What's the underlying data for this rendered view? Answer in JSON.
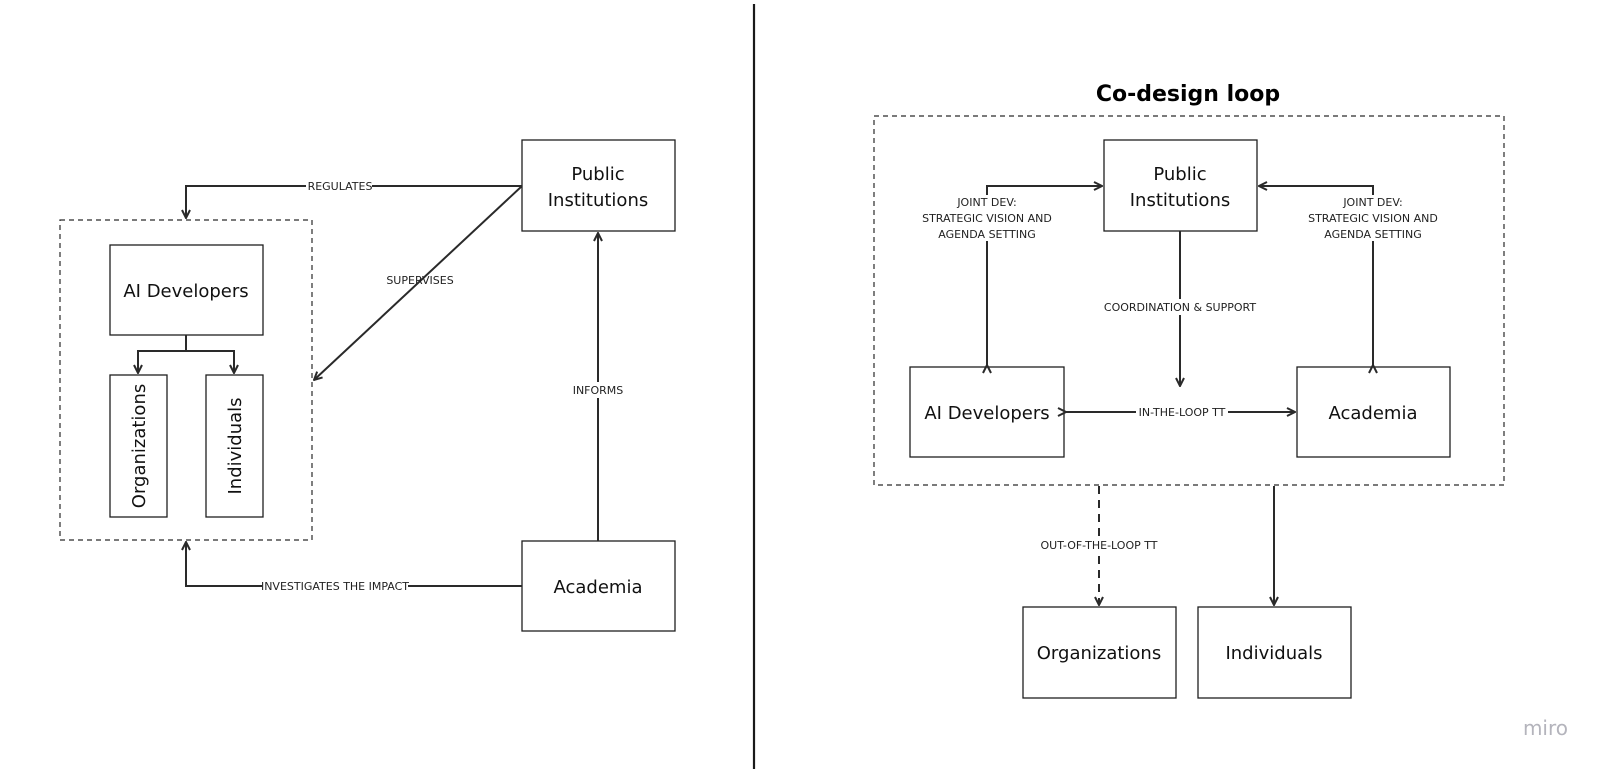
{
  "brand": {
    "logo_text": "miro"
  },
  "left": {
    "nodes": {
      "public_institutions": [
        "Public",
        "Institutions"
      ],
      "ai_developers": "AI Developers",
      "organizations": "Organizations",
      "individuals": "Individuals",
      "academia": "Academia"
    },
    "edges": {
      "regulates": "REGULATES",
      "supervises": "SUPERVISES",
      "informs": "INFORMS",
      "investigates": "INVESTIGATES THE IMPACT"
    }
  },
  "right": {
    "title": "Co-design loop",
    "nodes": {
      "public_institutions": [
        "Public",
        "Institutions"
      ],
      "ai_developers": "AI Developers",
      "academia": "Academia",
      "organizations": "Organizations",
      "individuals": "Individuals"
    },
    "edges": {
      "joint_dev_left": [
        "JOINT DEV:",
        "STRATEGIC VISION AND",
        "AGENDA SETTING"
      ],
      "joint_dev_right": [
        "JOINT DEV:",
        "STRATEGIC VISION AND",
        "AGENDA SETTING"
      ],
      "coordination": "COORDINATION & SUPPORT",
      "in_the_loop": "IN-THE-LOOP TT",
      "out_of_the_loop": "OUT-OF-THE-LOOP TT"
    }
  }
}
